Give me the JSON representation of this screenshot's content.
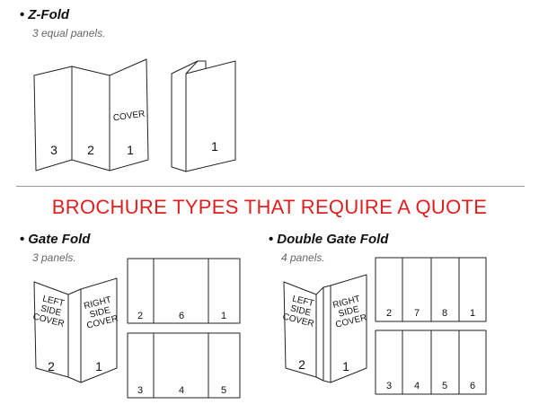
{
  "z_fold": {
    "heading": "Z-Fold",
    "subtitle": "3 equal panels.",
    "panel_numbers": [
      "3",
      "2",
      "1"
    ],
    "cover_label": "COVER",
    "folded_number": "1"
  },
  "banner": "BROCHURE TYPES THAT REQUIRE A QUOTE",
  "gate_fold": {
    "heading": "Gate Fold",
    "subtitle": "3 panels.",
    "left_cover": [
      "LEFT",
      "SIDE",
      "COVER"
    ],
    "right_cover": [
      "RIGHT",
      "SIDE",
      "COVER"
    ],
    "left_number": "2",
    "right_number": "1",
    "top_sheet": [
      "2",
      "6",
      "1"
    ],
    "bottom_sheet": [
      "3",
      "4",
      "5"
    ]
  },
  "double_gate_fold": {
    "heading": "Double Gate Fold",
    "subtitle": "4 panels.",
    "left_cover": [
      "LEFT",
      "SIDE",
      "COVER"
    ],
    "right_cover": [
      "RIGHT",
      "SIDE",
      "COVER"
    ],
    "left_number": "2",
    "right_number": "1",
    "top_sheet": [
      "2",
      "7",
      "8",
      "1"
    ],
    "bottom_sheet": [
      "3",
      "4",
      "5",
      "6"
    ]
  },
  "colors": {
    "accent": "#e02020",
    "line": "#222222",
    "subtitle": "#666666"
  }
}
